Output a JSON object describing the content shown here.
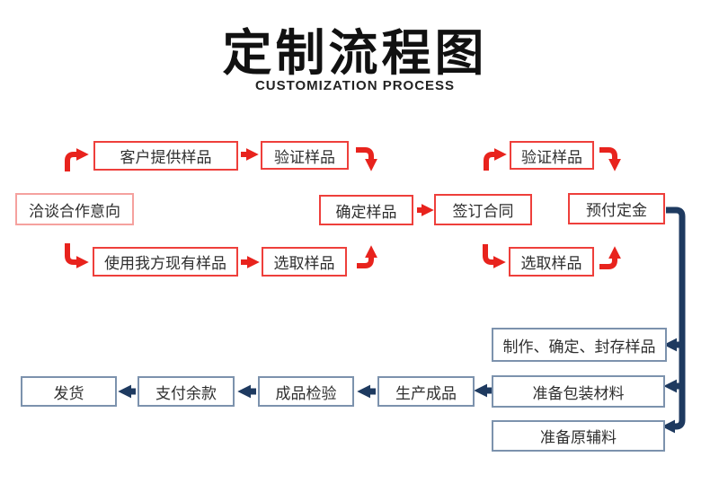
{
  "header": {
    "title": "定制流程图",
    "subtitle": "CUSTOMIZATION PROCESS"
  },
  "colors": {
    "red": "#e8231d",
    "red_border": "#ee3f3b",
    "pink_border": "#f5a19e",
    "navy": "#1e3a60",
    "navy_border": "#7c92ad"
  },
  "nodes": {
    "negotiate": "洽谈合作意向",
    "customer_sample": "客户提供样品",
    "verify_sample_left": "验证样品",
    "use_our_sample": "使用我方现有样品",
    "select_sample_left": "选取样品",
    "confirm_sample": "确定样品",
    "sign_contract": "签订合同",
    "verify_sample_right": "验证样品",
    "select_sample_right": "选取样品",
    "prepay_deposit": "预付定金",
    "make_confirm_seal": "制作、确定、封存样品",
    "prepare_packaging": "准备包装材料",
    "prepare_raw_materials": "准备原辅料",
    "produce_finished": "生产成品",
    "inspect_finished": "成品检验",
    "pay_balance": "支付余款",
    "ship": "发货"
  }
}
